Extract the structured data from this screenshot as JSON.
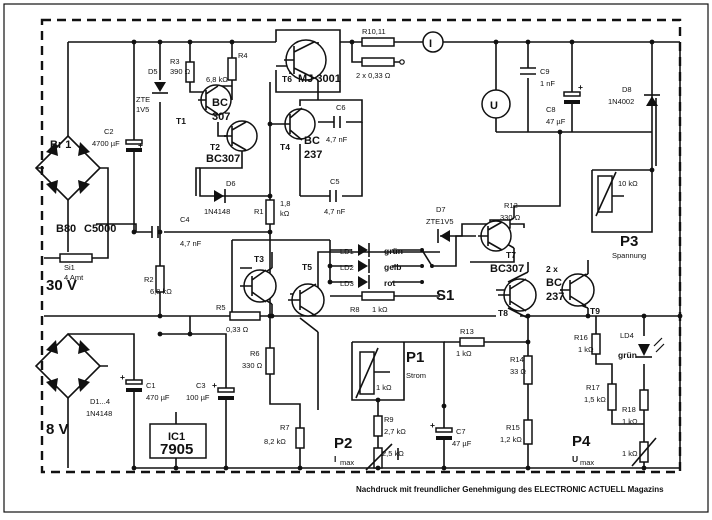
{
  "labels": {
    "br1": "Br 1",
    "b80": "B80",
    "c5000": "C5000",
    "si1": "Si1",
    "si1_val": "4 Amt",
    "v30": "30 V",
    "v8": "8 V",
    "c2": "C2",
    "c2_val": "4700 µF",
    "d5": "D5",
    "d5_val": "ZTE",
    "d5_val2": "1V5",
    "r3": "R3",
    "r3_val": "390 Ω",
    "r4": "R4",
    "r4_val": "6,8 kΩ",
    "t1": "T1",
    "t1_type": "BC",
    "t1_type2": "307",
    "t2": "T2",
    "t2_type": "BC307",
    "t6": "T6",
    "t6_type": "MJ 3001",
    "t4": "T4",
    "t4_type": "BC",
    "t4_type2": "237",
    "c6": "C6",
    "c6_val": "4,7 nF",
    "c5": "C5",
    "c5_val": "4,7 nF",
    "r1011": "R10,11",
    "r1011_val": "2 x 0,33 Ω",
    "meter_i": "I",
    "meter_u": "U",
    "c9": "C9",
    "c9_val": "1 nF",
    "c8": "C8",
    "c8_val": "47 µF",
    "d8": "D8",
    "d8_val": "1N4002",
    "d6": "D6",
    "d6_val": "1N4148",
    "c4": "C4",
    "c4_val": "4,7 nF",
    "r1": "R1",
    "r1_val": "1,8",
    "r1_val2": "kΩ",
    "d7": "D7",
    "d7_val": "ZTE1V5",
    "r12": "R12",
    "r12_val": "330 Ω",
    "t7": "T7",
    "t7_type": "BC307",
    "p3": "P3",
    "p3_name": "Spannung",
    "p3_val": "10 kΩ",
    "ld1": "LD1",
    "ld2": "LD2",
    "ld3": "LD3",
    "ld1_col": "grün",
    "ld2_col": "gelb",
    "ld3_col": "rot",
    "s1": "S1",
    "t3": "T3",
    "t5": "T5",
    "r8": "R8",
    "r8_val": "1 kΩ",
    "t8": "T8",
    "t89_mult": "2 x",
    "t89_type": "BC",
    "t89_type2": "237",
    "t9": "T9",
    "r2": "R2",
    "r2_val": "6,8 kΩ",
    "r5": "R5",
    "r5_val": "0,33 Ω",
    "r13": "R13",
    "r13_val": "1 kΩ",
    "r16": "R16",
    "r16_val": "1 kΩ",
    "ld4": "LD4",
    "ld4_col": "grün",
    "d14": "D1...4",
    "d14_val": "1N4148",
    "c1": "C1",
    "c1_val": "470 µF",
    "c3": "C3",
    "c3_val": "100 µF",
    "r6": "R6",
    "r6_val": "330 Ω",
    "p1": "P1",
    "p1_name": "Strom",
    "p1_val": "1 kΩ",
    "r14": "R14",
    "r14_val": "33 Ω",
    "r17": "R17",
    "r17_val": "1,5 kΩ",
    "r9": "R9",
    "r9_val": "2,7 kΩ",
    "r18": "R18",
    "r18_val": "1 kΩ",
    "r7": "R7",
    "r7_val": "8,2 kΩ",
    "p2": "P2",
    "p2_name": "I",
    "p2_sub": "max",
    "p2_val": "2,5 kΩ",
    "c7": "C7",
    "c7_val": "47 µF",
    "r15": "R15",
    "r15_val": "1,2 kΩ",
    "p4": "P4",
    "p4_name": "U",
    "p4_sub": "max",
    "p4_val": "1 kΩ",
    "ic1": "IC1",
    "ic1_type": "7905",
    "plus": "+"
  },
  "caption": "Nachdruck mit freundlicher Genehmigung des ELECTRONIC ACTUELL Magazins"
}
